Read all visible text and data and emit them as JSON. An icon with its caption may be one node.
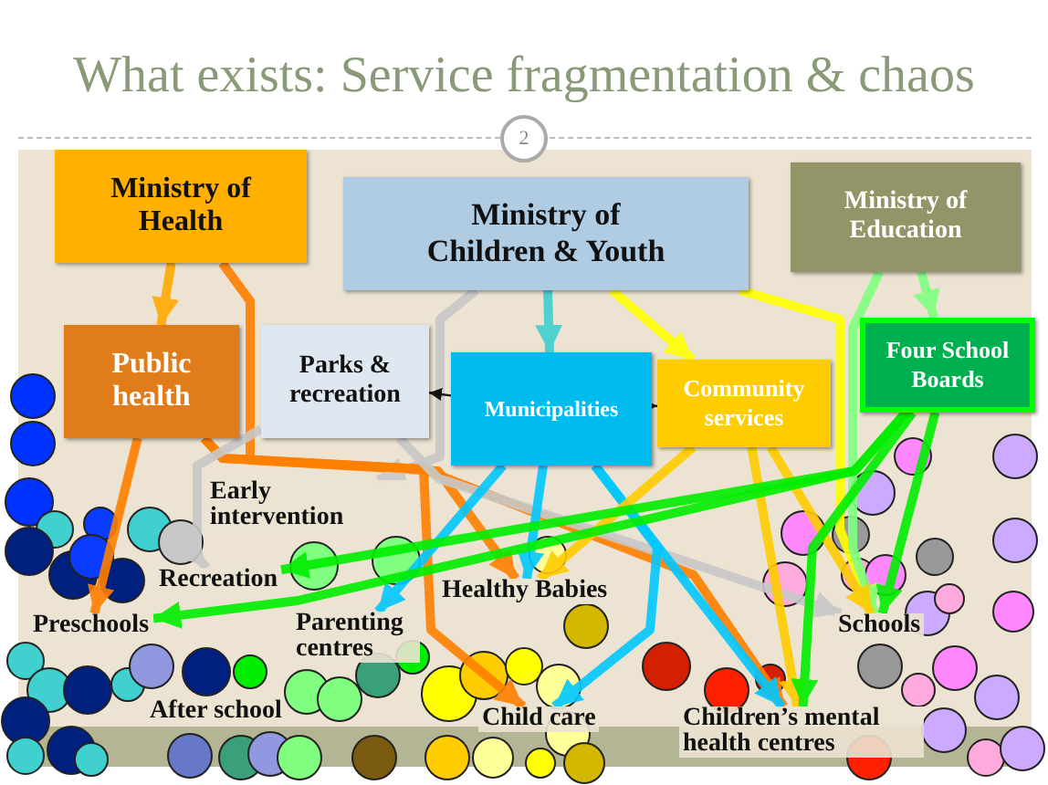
{
  "diagram": {
    "title": "What exists: Service fragmentation & chaos",
    "nodes": [
      {
        "text": [
          "Ministry of Health"
        ]
      },
      {
        "text": [
          "Ministry of Children & Youth"
        ]
      },
      {
        "text": [
          "Ministry of Education"
        ]
      },
      {
        "text": [
          "Public health"
        ]
      },
      {
        "text": [
          "Parks & recreation"
        ]
      },
      {
        "text": [
          "Municipalities"
        ]
      },
      {
        "text": [
          "Community services"
        ]
      },
      {
        "text": [
          "Four School Boards"
        ]
      },
      {
        "text": [
          "Early intervention"
        ]
      },
      {
        "text": [
          "Recreation"
        ]
      },
      {
        "text": [
          "Preschools"
        ]
      },
      {
        "text": [
          "Healthy Babies"
        ]
      },
      {
        "text": [
          "Parenting centres"
        ]
      },
      {
        "text": [
          "Schools"
        ]
      },
      {
        "text": [
          "After school"
        ]
      },
      {
        "text": [
          "Child care"
        ]
      },
      {
        "text": [
          "Children’s mental health centres"
        ]
      }
    ],
    "edges": [
      {
        "from": 0,
        "to": 3,
        "arrow": "to",
        "color": "#ffaa00"
      },
      {
        "from": 0,
        "to": 11,
        "arrow": "to",
        "color": "#ff8000"
      },
      {
        "from": 1,
        "to": 5,
        "arrow": "to",
        "color": "#40d0d0"
      },
      {
        "from": 1,
        "to": 6,
        "arrow": "to",
        "color": "#ffff00"
      },
      {
        "from": 1,
        "to": 8,
        "arrow": "to",
        "color": "#c8c8c8"
      },
      {
        "from": 1,
        "to": 13,
        "arrow": "to",
        "color": "#ffff00"
      },
      {
        "from": 2,
        "to": 7,
        "arrow": "to",
        "color": "#80ff80"
      },
      {
        "from": 2,
        "to": 13,
        "arrow": "to",
        "color": "#80ff80"
      },
      {
        "from": 3,
        "to": 10,
        "arrow": "to",
        "color": "#ff8000"
      },
      {
        "from": 3,
        "to": 15,
        "arrow": "to",
        "color": "#ff8000"
      },
      {
        "from": 3,
        "to": 16,
        "arrow": "to",
        "color": "#ff8000"
      },
      {
        "from": 4,
        "to": 9,
        "arrow": "to",
        "color": "#c8c8c8"
      },
      {
        "from": 4,
        "to": 13,
        "arrow": "to",
        "color": "#c8c8c8"
      },
      {
        "from": 5,
        "to": 4,
        "arrow": "to",
        "color": "#000000"
      },
      {
        "from": 5,
        "to": 6,
        "arrow": "to",
        "color": "#000000"
      },
      {
        "from": 5,
        "to": 12,
        "arrow": "to",
        "color": "#00c8ff"
      },
      {
        "from": 5,
        "to": 11,
        "arrow": "to",
        "color": "#00c8ff"
      },
      {
        "from": 5,
        "to": 15,
        "arrow": "to",
        "color": "#00c8ff"
      },
      {
        "from": 5,
        "to": 16,
        "arrow": "to",
        "color": "#00c8ff"
      },
      {
        "from": 6,
        "to": 11,
        "arrow": "to",
        "color": "#ffcc00"
      },
      {
        "from": 6,
        "to": 16,
        "arrow": "to",
        "color": "#ffcc00"
      },
      {
        "from": 6,
        "to": 13,
        "arrow": "to",
        "color": "#ffcc00"
      },
      {
        "from": 7,
        "to": 9,
        "arrow": "to",
        "color": "#00ee00"
      },
      {
        "from": 7,
        "to": 10,
        "arrow": "to",
        "color": "#00ee00"
      },
      {
        "from": 7,
        "to": 16,
        "arrow": "to",
        "color": "#00ee00"
      },
      {
        "from": 7,
        "to": 13,
        "arrow": "to",
        "color": "#00ee00"
      }
    ],
    "labels": [
      "2"
    ]
  }
}
